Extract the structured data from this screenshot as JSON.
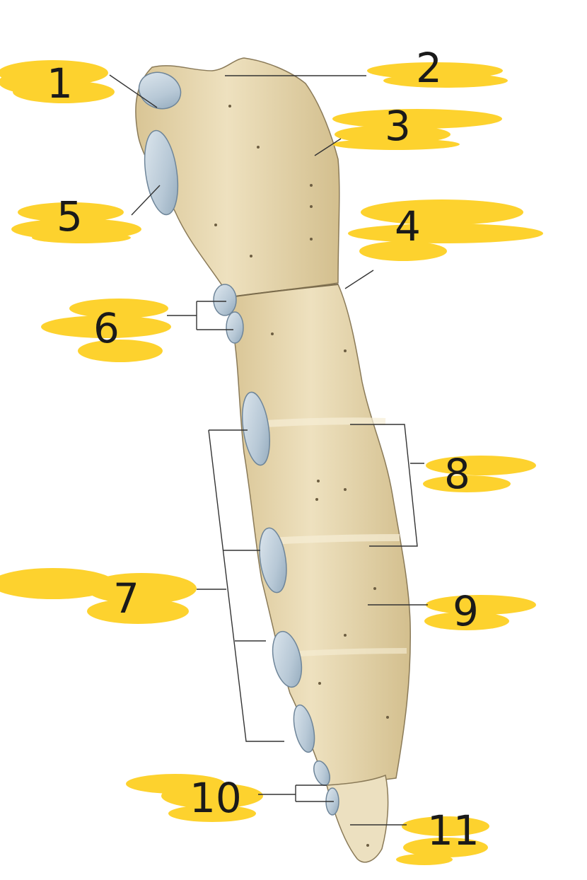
{
  "figure": {
    "colors": {
      "bone": "#e6d6ae",
      "bone_shade": "#cdb98a",
      "bone_outline": "#8a7a58",
      "cartilage": "#b9c9d6",
      "cartilage_shade": "#8aa2b6",
      "label_highlight": "#fdd22e",
      "leader_line": "#333333"
    },
    "labels": [
      {
        "id": "l1",
        "text": "1"
      },
      {
        "id": "l2",
        "text": "2"
      },
      {
        "id": "l3",
        "text": "3"
      },
      {
        "id": "l4",
        "text": "4"
      },
      {
        "id": "l5",
        "text": "5"
      },
      {
        "id": "l6",
        "text": "6"
      },
      {
        "id": "l7",
        "text": "7"
      },
      {
        "id": "l8",
        "text": "8"
      },
      {
        "id": "l9",
        "text": "9"
      },
      {
        "id": "l10",
        "text": "10"
      },
      {
        "id": "l11",
        "text": "11"
      }
    ]
  }
}
